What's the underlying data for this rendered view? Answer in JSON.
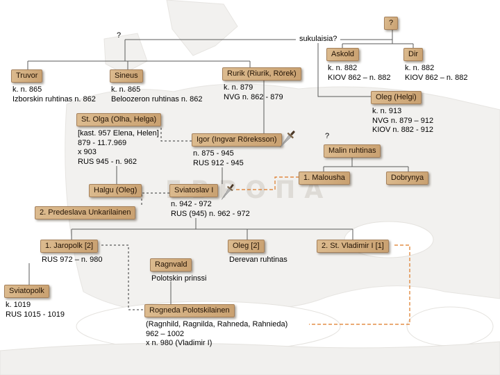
{
  "watermark": "ЕВРОПА",
  "colors": {
    "box_background": "#d2ae7e",
    "connector_line": "#5a5a5a",
    "marriage_dash_line": "#333333",
    "marriage_dash_orange": "#dd7722"
  },
  "icons": {
    "dagger": "dagger-icon"
  },
  "nodes": {
    "q_top": {
      "label": "?"
    },
    "q_left": {
      "label": "?"
    },
    "sukulaisia": {
      "label": "sukulaisia?"
    },
    "askold": {
      "label": "Askold",
      "lines": [
        "k. n. 882",
        "KIOV 862 – n. 882"
      ]
    },
    "dir": {
      "label": "Dir",
      "lines": [
        "k. n. 882",
        "KIOV 862 – n. 882"
      ]
    },
    "truvor": {
      "label": "Truvor",
      "lines": [
        "k. n. 865",
        "Izborskin ruhtinas n. 862"
      ]
    },
    "sineus": {
      "label": "Sineus",
      "lines": [
        "k. n. 865",
        "Beloozeron ruhtinas n. 862"
      ]
    },
    "rurik": {
      "label": "Rurik (Riurik, Rörek)",
      "lines": [
        "k. n. 879",
        "NVG n. 862 - 879"
      ]
    },
    "oleg_helgi": {
      "label": "Oleg (Helgi)",
      "lines": [
        "k. n. 913",
        "NVG n. 879 – 912",
        "KIOV n. 882 - 912"
      ]
    },
    "olga": {
      "label": "St. Olga (Olha, Helga)",
      "lines": [
        "[kast. 957 Elena, Helen]",
        "879 - 11.7.969",
        "x 903",
        "RUS 945 - n. 962"
      ]
    },
    "igor": {
      "label": "Igor (Ingvar Röreksson)",
      "lines": [
        "n. 875 - 945",
        "RUS 912 - 945"
      ]
    },
    "malin_q": {
      "label": "?"
    },
    "malin": {
      "label": "Malin ruhtinas"
    },
    "malousha": {
      "label": "1. Malousha"
    },
    "dobrynya": {
      "label": "Dobrynya"
    },
    "halgu": {
      "label": "Halgu (Oleg)"
    },
    "sviatoslav": {
      "label": "Sviatoslav I",
      "lines": [
        "n. 942 - 972",
        "RUS (945) n. 962 - 972"
      ]
    },
    "predeslava": {
      "label": "2. Predeslava Unkarilainen"
    },
    "jaropolk": {
      "label": "1. Jaropolk [2]",
      "lines": [
        "RUS 972 – n. 980"
      ]
    },
    "oleg2": {
      "label": "Oleg [2]",
      "lines": [
        "Derevan ruhtinas"
      ]
    },
    "vladimir": {
      "label": "2. St. Vladimir I [1]"
    },
    "ragnvald": {
      "label": "Ragnvald",
      "lines": [
        "Polotskin prinssi"
      ]
    },
    "sviatopolk": {
      "label": "Sviatopolk",
      "lines": [
        "k. 1019",
        "RUS 1015 - 1019"
      ]
    },
    "rogneda": {
      "label": "Rogneda Polotskilainen",
      "lines": [
        "(Ragnhild, Ragnilda, Rahneda, Rahnieda)",
        "962 – 1002",
        "x n. 980 (Vladimir I)"
      ]
    }
  }
}
